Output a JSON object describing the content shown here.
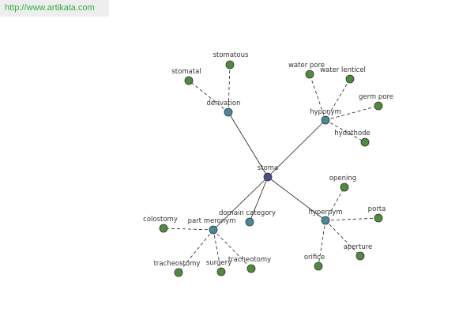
{
  "banner": {
    "url_text": "http://www.artikata.com"
  },
  "graph": {
    "colors": {
      "center": "#4a4d8c",
      "relation": "#4a8a96",
      "leaf": "#4f8a3f"
    },
    "center": {
      "id": "stoma",
      "label": "stoma"
    },
    "relations": [
      {
        "id": "derivation",
        "label": "derivation",
        "leaves": [
          "stomatous",
          "stomatal"
        ]
      },
      {
        "id": "hyponym",
        "label": "hyponym",
        "leaves": [
          "water pore",
          "water lenticel",
          "germ pore",
          "hydathode"
        ]
      },
      {
        "id": "domain-category",
        "label": "domain category",
        "leaves": []
      },
      {
        "id": "part-meronym",
        "label": "part meronym",
        "leaves": [
          "colostomy",
          "tracheostomy",
          "surgery",
          "tracheotomy"
        ]
      },
      {
        "id": "hypernym",
        "label": "hypernym",
        "leaves": [
          "opening",
          "porta",
          "aperture",
          "orifice"
        ]
      }
    ]
  }
}
